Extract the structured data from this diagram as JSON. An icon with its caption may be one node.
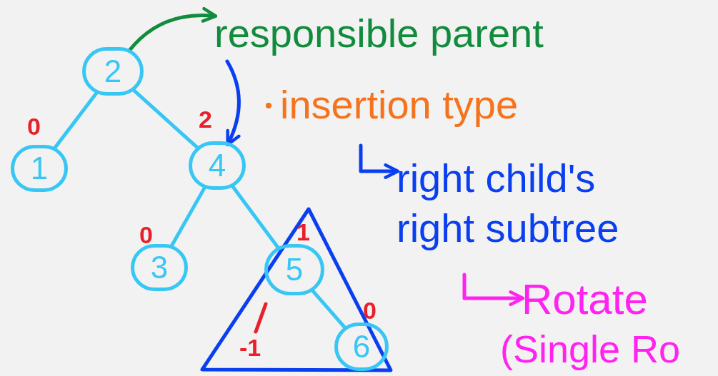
{
  "diagram": {
    "nodes": [
      {
        "text": [
          "2"
        ]
      },
      {
        "text": [
          "1"
        ]
      },
      {
        "text": [
          "4"
        ]
      },
      {
        "text": [
          "3"
        ]
      },
      {
        "text": [
          "5"
        ],
        "in": 6
      },
      {
        "text": [
          "6"
        ],
        "in": 6
      },
      {
        "text": [],
        "shape": "triangle"
      },
      {
        "text": [
          "responsible parent"
        ]
      },
      {
        "text": [
          "insertion type"
        ]
      },
      {
        "text": [
          "right child's right subtree"
        ]
      },
      {
        "text": [
          "Rotate"
        ]
      },
      {
        "text": [
          "(Single Ro"
        ]
      }
    ],
    "edges": [
      {
        "from": 0,
        "to": 1,
        "arrow": "none"
      },
      {
        "from": 0,
        "to": 2,
        "arrow": "none"
      },
      {
        "from": 2,
        "to": 3,
        "arrow": "none"
      },
      {
        "from": 2,
        "to": 4,
        "arrow": "none"
      },
      {
        "from": 4,
        "to": 5,
        "arrow": "none"
      },
      {
        "from": 0,
        "to": 7,
        "arrow": "to",
        "color": "#118c3c"
      },
      {
        "from": 7,
        "to": 2,
        "arrow": "to",
        "color": "#0a3ff0"
      },
      {
        "from": 8,
        "to": 9,
        "arrow": "to",
        "color": "#0a3ff0"
      },
      {
        "from": 9,
        "to": 10,
        "arrow": "to",
        "color": "#ff22f0"
      }
    ],
    "labels": [
      "0",
      "2",
      "0",
      "1",
      "0",
      "-1"
    ]
  }
}
